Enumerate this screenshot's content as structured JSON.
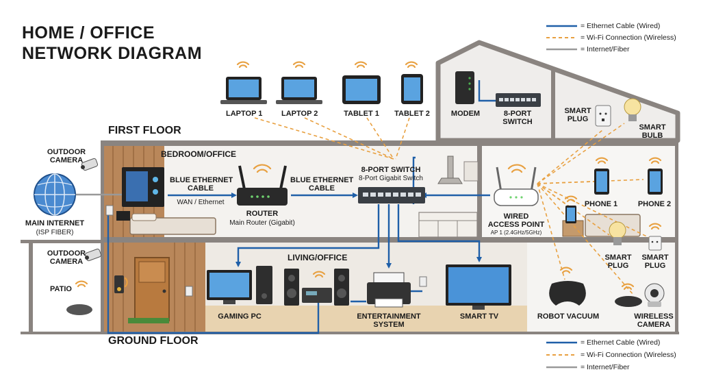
{
  "title": {
    "line1": "HOME / OFFICE",
    "line2": "NETWORK DIAGRAM"
  },
  "legend": [
    {
      "label": "= Ethernet Cable (Wired)",
      "color": "#1f5fa8",
      "style": "solid"
    },
    {
      "label": "= Wi-Fi Connection (Wireless)",
      "color": "#e8a040",
      "style": "dashed"
    },
    {
      "label": "= Internet/Fiber",
      "color": "#999999",
      "style": "solid"
    }
  ],
  "legend_bottom": [
    {
      "label": "= Ethernet Cable (Wired)"
    },
    {
      "label": "= Wi-Fi Connection (Wireless)"
    },
    {
      "label": "= Internet/Fiber"
    }
  ],
  "floors": {
    "first": "FIRST FLOOR",
    "ground": "GROUND FLOOR"
  },
  "rooms": {
    "bedroom": "BEDROOM/OFFICE",
    "living": "LIVING/OFFICE"
  },
  "devices": {
    "laptop1": "LAPTOP 1",
    "laptop2": "LAPTOP 2",
    "tablet1": "TABLET 1",
    "tablet2": "TABLET 2",
    "modem": "MODEM",
    "switch_top": "8-PORT\nSWITCH",
    "smart_plug_top": "SMART\nPLUG",
    "smart_bulb": "SMART\nBULB",
    "outdoor_camera_1": "OUTDOOR\nCAMERA",
    "main_internet": "MAIN INTERNET",
    "isp": "(ISP FIBER)",
    "blue_eth_1": "BLUE ETHERNET\nCABLE",
    "wan": "WAN / Ethernet",
    "router": "ROUTER",
    "router_sub": "Main Router (Gigabit)",
    "blue_eth_2": "BLUE ETHERNET\nCABLE",
    "switch_mid": "8-PORT SWITCH",
    "switch_mid_sub": "8-Port Gigabit Switch",
    "wired_ap": "WIRED\nACCESS POINT",
    "wired_ap_sub": "AP 1 (2.4GHz/5GHz)",
    "phone1": "PHONE 1",
    "phone2": "PHONE 2",
    "smart_plug_mid": "SMART\nPLUG",
    "smart_plug_right": "SMART\nPLUG",
    "outdoor_camera_2": "OUTDOOR\nCAMERA",
    "patio": "PATIO",
    "gaming_pc": "GAMING PC",
    "entertainment": "ENTERTAINMENT\nSYSTEM",
    "smart_tv": "SMART TV",
    "robot_vacuum": "ROBOT VACUUM",
    "wireless_camera": "WIRELESS\nCAMERA"
  },
  "colors": {
    "ethernet": "#1f5fa8",
    "wifi": "#e8a040",
    "fiber": "#999999",
    "wood": "#a9774a",
    "wall": "#8a8480"
  }
}
